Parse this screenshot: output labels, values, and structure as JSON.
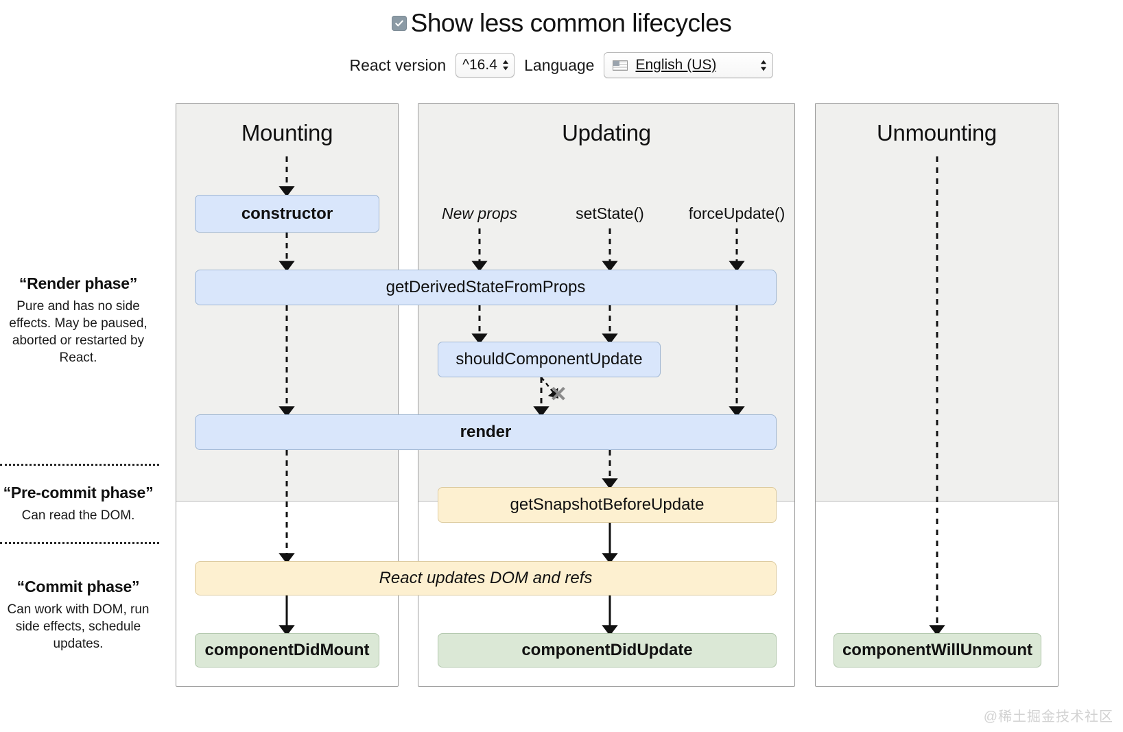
{
  "header": {
    "checkbox_label": "Show less common lifecycles",
    "checkbox_checked": true,
    "version_label": "React version",
    "version_value": "^16.4",
    "language_label": "Language",
    "language_value": "English (US)",
    "language_flag": "us-flag-icon"
  },
  "phases": [
    {
      "title": "“Render phase”",
      "description": "Pure and has no side effects. May be paused, aborted or restarted by React."
    },
    {
      "title": "“Pre-commit phase”",
      "description": "Can read the DOM."
    },
    {
      "title": "“Commit phase”",
      "description": "Can work with DOM, run side effects, schedule updates."
    }
  ],
  "columns": [
    {
      "title": "Mounting"
    },
    {
      "title": "Updating"
    },
    {
      "title": "Unmounting"
    }
  ],
  "triggers": [
    {
      "label": "New props",
      "style": "italic"
    },
    {
      "label": "setState()",
      "style": "normal"
    },
    {
      "label": "forceUpdate()",
      "style": "normal"
    }
  ],
  "lifecycles": {
    "constructor": "constructor",
    "get_derived_state_from_props": "getDerivedStateFromProps",
    "should_component_update": "shouldComponentUpdate",
    "render": "render",
    "get_snapshot_before_update": "getSnapshotBeforeUpdate",
    "react_updates_dom": "React updates DOM and refs",
    "component_did_mount": "componentDidMount",
    "component_did_update": "componentDidUpdate",
    "component_will_unmount": "componentWillUnmount"
  },
  "markers": {
    "skip_update": "✕"
  },
  "watermark": "@稀土掘金技术社区",
  "colors": {
    "blue_box": "#d9e6fb",
    "yellow_box": "#fdf0d0",
    "green_box": "#dbe8d6",
    "panel_shade": "#f0f0ee",
    "checkbox": "#8b9aa5"
  }
}
